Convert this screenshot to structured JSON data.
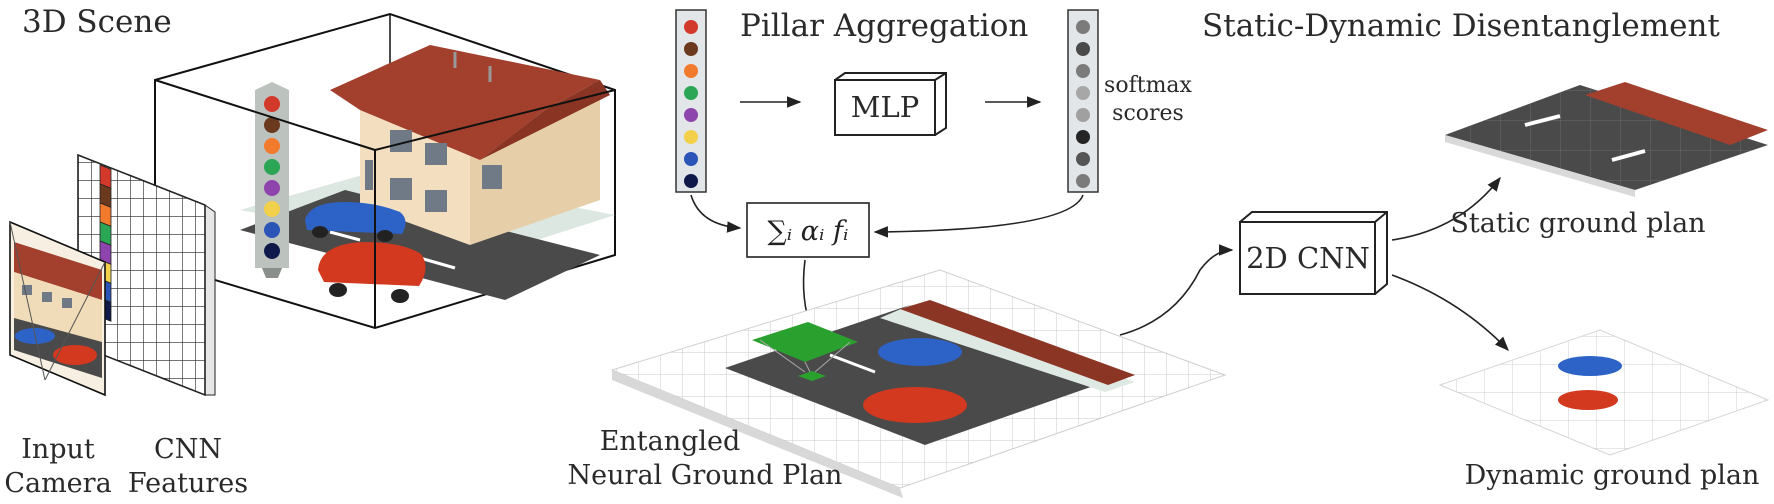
{
  "labels": {
    "scene": "3D Scene",
    "input_camera_1": "Input",
    "input_camera_2": "Camera",
    "cnn_features_1": "CNN",
    "cnn_features_2": "Features",
    "pillar_aggregation": "Pillar Aggregation",
    "mlp": "MLP",
    "softmax_1": "softmax",
    "softmax_2": "scores",
    "sum_formula": "∑ᵢ αᵢ fᵢ",
    "entangled_1": "Entangled",
    "entangled_2": "Neural Ground Plan",
    "disentanglement": "Static-Dynamic Disentanglement",
    "cnn2d": "2D CNN",
    "static_plan": "Static ground plan",
    "dynamic_plan": "Dynamic ground plan"
  },
  "colors": {
    "feature_dots": [
      "#d2392b",
      "#6b3a1e",
      "#f27a2c",
      "#2aa655",
      "#8e44ad",
      "#f2d04b",
      "#2c55b8",
      "#101a4a"
    ],
    "score_dots": [
      "#7b7b7b",
      "#4a4a4a",
      "#7b7b7b",
      "#a7a7a7",
      "#a0a0a0",
      "#252525",
      "#555555",
      "#7b7b7b"
    ],
    "roof": "#a23f2d",
    "wall": "#f3dfbf",
    "road": "#4a4a4a",
    "red_strip": "#8b3525",
    "green_cell": "#2aa12e",
    "car_blue": "#2d63c6",
    "car_red": "#d2391f",
    "pillar_grey": "#bcc3bf"
  },
  "icons": {
    "cameras_preview": "camera-view-icon",
    "scene_render": "scene-box-icon",
    "cars": "car-icon"
  }
}
